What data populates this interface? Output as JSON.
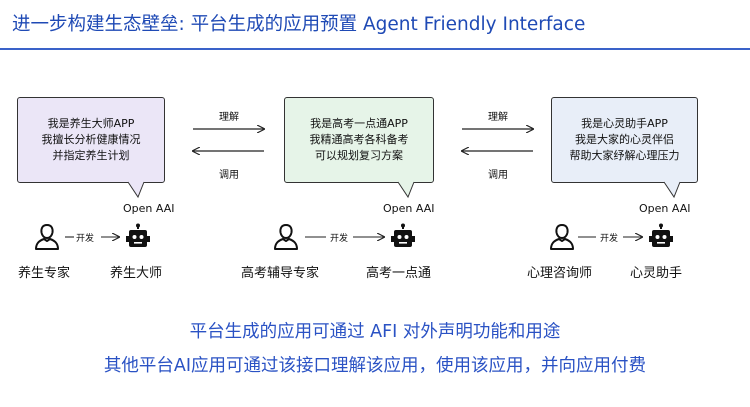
{
  "title": "进一步构建生态壁垒: 平台生成的应用预置 Agent Friendly Interface",
  "apps": [
    {
      "lines": [
        "我是养生大师APP",
        "我擅长分析健康情况",
        "并指定养生计划"
      ],
      "provider": "Open AAI",
      "human": "养生专家",
      "agent": "养生大师",
      "arrow_label": "开发"
    },
    {
      "lines": [
        "我是高考一点通APP",
        "我精通高考各科备考",
        "可以规划复习方案"
      ],
      "provider": "Open AAI",
      "human": "高考辅导专家",
      "agent": "高考一点通",
      "arrow_label": "开发"
    },
    {
      "lines": [
        "我是心灵助手APP",
        "我是大家的心灵伴侣",
        "帮助大家纾解心理压力"
      ],
      "provider": "Open AAI",
      "human": "心理咨询师",
      "agent": "心灵助手",
      "arrow_label": "开发"
    }
  ],
  "links": [
    {
      "forward": "理解",
      "backward": "调用"
    },
    {
      "forward": "理解",
      "backward": "调用"
    }
  ],
  "footer": [
    "平台生成的应用可通过 AFI 对外声明功能和用途",
    "其他平台AI应用可通过该接口理解该应用，使用该应用，并向应用付费"
  ],
  "colors": {
    "title": "#1f4ab5",
    "footer": "#2a52c4",
    "bubble_1": "#ebe6f7",
    "bubble_2": "#e6f4e8",
    "bubble_3": "#e8eef8"
  }
}
